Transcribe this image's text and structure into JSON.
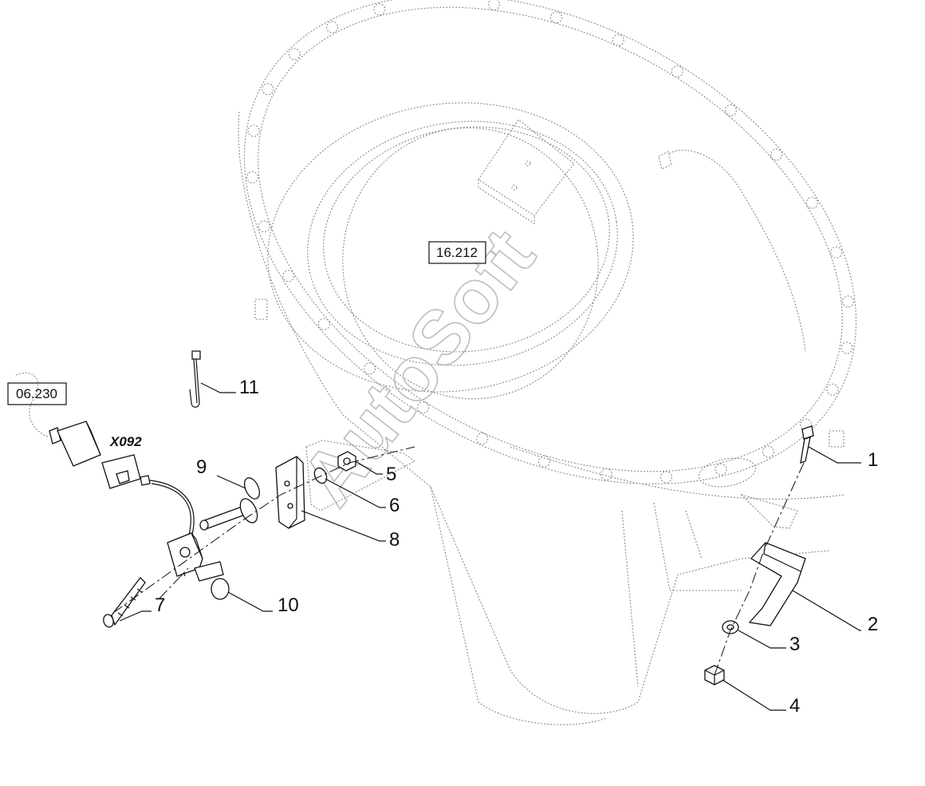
{
  "diagram": {
    "reference_boxes": [
      {
        "id": "ref-16-212",
        "label": "16.212"
      },
      {
        "id": "ref-06-230",
        "label": "06.230"
      }
    ],
    "connector_label": "X092",
    "watermark": "AutoSoft",
    "callouts": [
      {
        "number": "1"
      },
      {
        "number": "2"
      },
      {
        "number": "3"
      },
      {
        "number": "4"
      },
      {
        "number": "5"
      },
      {
        "number": "6"
      },
      {
        "number": "7"
      },
      {
        "number": "8"
      },
      {
        "number": "9"
      },
      {
        "number": "10"
      },
      {
        "number": "11"
      }
    ]
  }
}
